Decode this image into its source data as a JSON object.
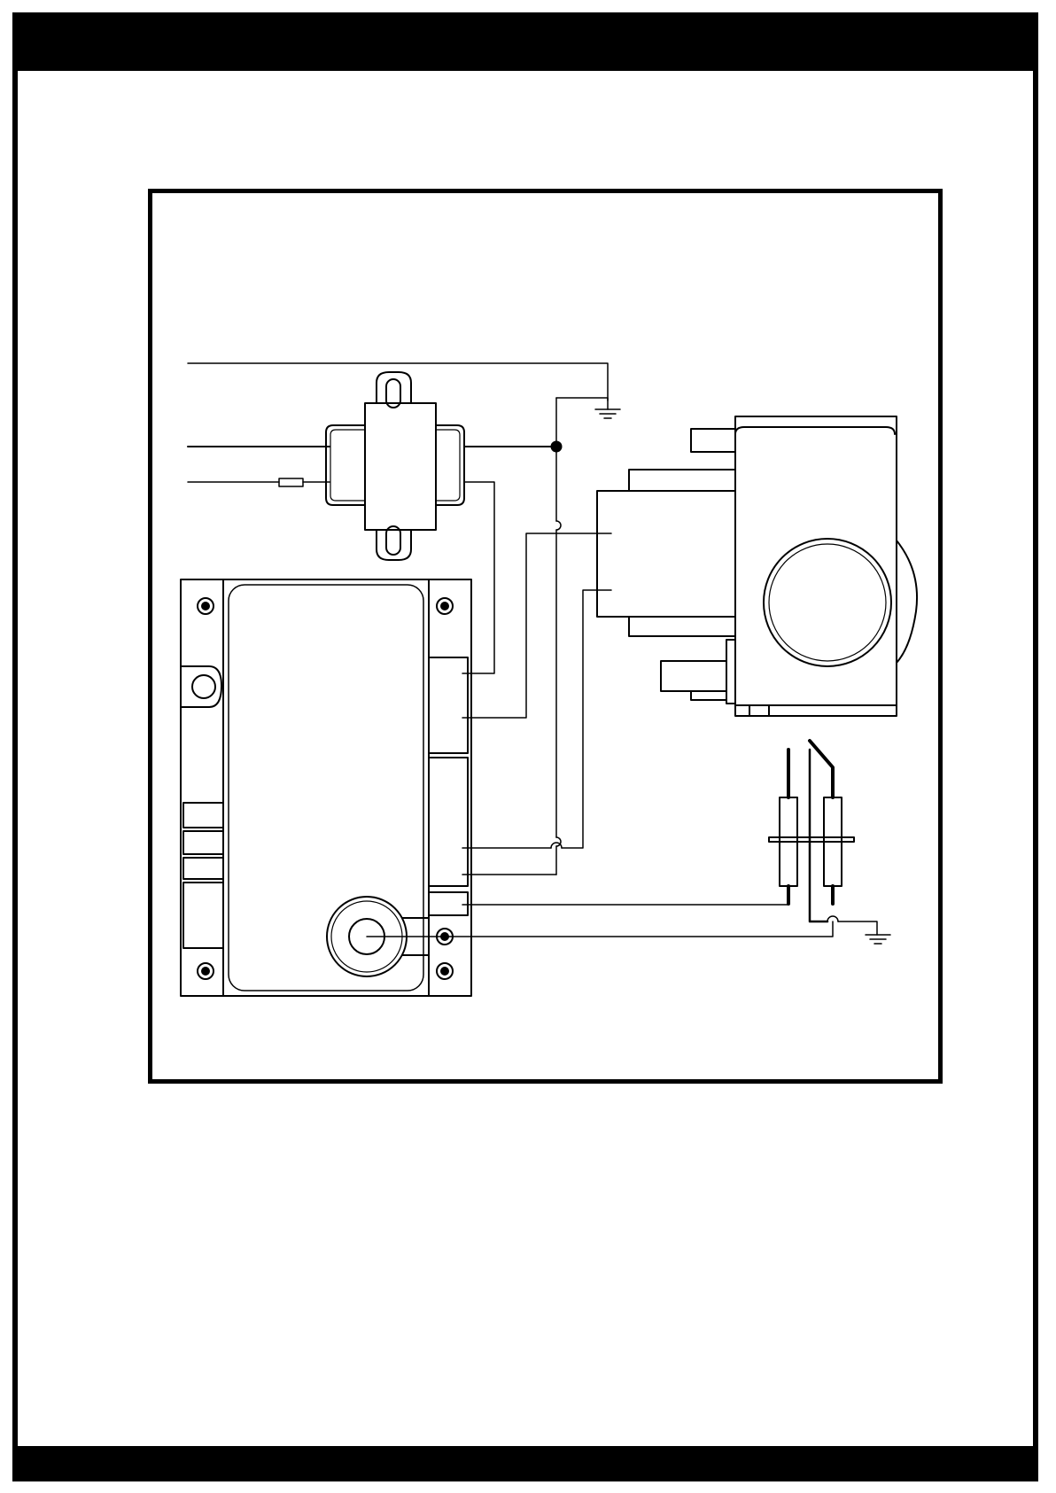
{
  "page": {
    "header_bar_color": "#000000",
    "footer_bar_color": "#000000",
    "background": "#ffffff"
  },
  "diagram": {
    "description_type": "wiring-schematic",
    "components": [
      {
        "id": "transformer",
        "icon": "transformer-icon"
      },
      {
        "id": "ignition-control-module",
        "icon": "control-module-icon"
      },
      {
        "id": "gas-valve",
        "icon": "gas-valve-icon"
      },
      {
        "id": "igniter-sensor",
        "icon": "spark-igniter-icon"
      },
      {
        "id": "fuse",
        "icon": "fuse-icon"
      },
      {
        "id": "ground-1",
        "icon": "ground-icon"
      },
      {
        "id": "ground-2",
        "icon": "ground-icon"
      }
    ],
    "line_color": "#000000"
  }
}
